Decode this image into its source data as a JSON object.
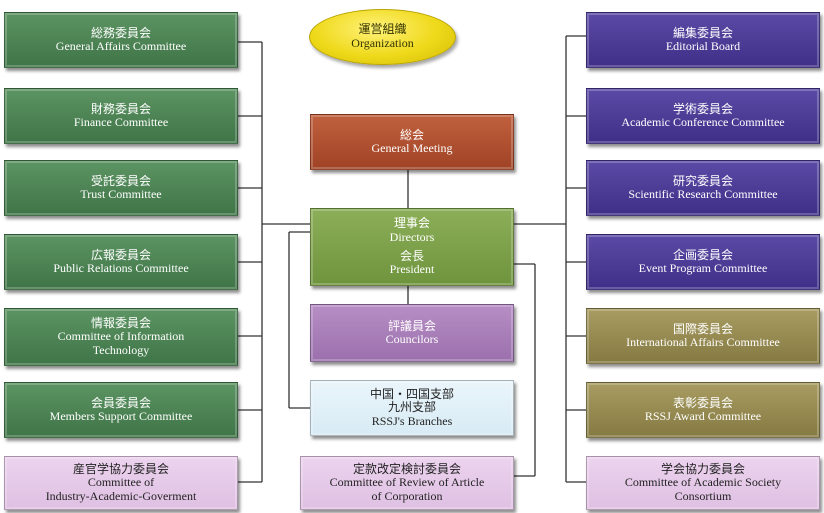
{
  "organization": {
    "ja": "運営組織",
    "en": "Organization"
  },
  "center": {
    "general_meeting": {
      "ja": "総会",
      "en": "General Meeting"
    },
    "directors": {
      "ja": "理事会",
      "en": "Directors"
    },
    "president": {
      "ja": "会長",
      "en": "President"
    },
    "councilors": {
      "ja": "評議員会",
      "en": "Councilors"
    },
    "branches": {
      "ja1": "中国・四国支部",
      "ja2": "九州支部",
      "en": "RSSJ's Branches"
    },
    "review": {
      "ja": "定款改定検討委員会",
      "en1": "Committee of Review of Article",
      "en2": "of Corporation"
    }
  },
  "left": [
    {
      "ja": "総務委員会",
      "en": "General Affairs Committee"
    },
    {
      "ja": "財務委員会",
      "en": "Finance Committee"
    },
    {
      "ja": "受託委員会",
      "en": "Trust Committee"
    },
    {
      "ja": "広報委員会",
      "en": "Public Relations Committee"
    },
    {
      "ja": "情報委員会",
      "en1": "Committee of Information",
      "en2": "Technology"
    },
    {
      "ja": "会員委員会",
      "en": "Members Support Committee"
    },
    {
      "ja": "産官学協力委員会",
      "en1": "Committee of",
      "en2": "Industry-Academic-Goverment"
    }
  ],
  "right": [
    {
      "ja": "編集委員会",
      "en": "Editorial Board"
    },
    {
      "ja": "学術委員会",
      "en": "Academic Conference Committee"
    },
    {
      "ja": "研究委員会",
      "en": "Scientific Research Committee"
    },
    {
      "ja": "企画委員会",
      "en": "Event Program Committee"
    },
    {
      "ja": "国際委員会",
      "en": "International Affairs Committee"
    },
    {
      "ja": "表彰委員会",
      "en": "RSSJ Award Committee"
    },
    {
      "ja": "学会協力委員会",
      "en1": "Committee of Academic Society",
      "en2": "Consortium"
    }
  ],
  "colors": {
    "committee_green": "#3f7547",
    "committee_purple": "#3f2f88",
    "committee_olive": "#857a42",
    "committee_pink": "#dfc0e3",
    "general_meeting": "#a04325",
    "directors": "#6f943e",
    "councilors": "#9b70ad",
    "branches": "#d8ebf5",
    "organization": "#efd91a",
    "connector": "#333333"
  }
}
